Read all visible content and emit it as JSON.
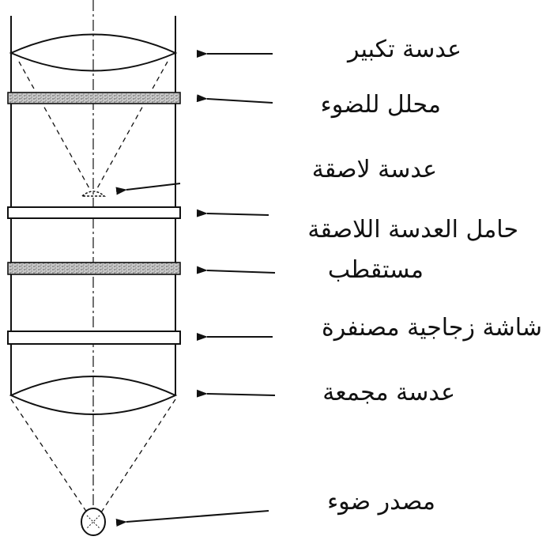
{
  "diagram": {
    "labels": {
      "magnifying_lens": "عدسة تكبير",
      "light_diffuser": "محلل للضوء",
      "contact_lens": "عدسة لاصقة",
      "contact_lens_holder": "حامل العدسة اللاصقة",
      "polarizer": "مستقطب",
      "frosted_glass_screen": "شاشة زجاجية مصنفرة",
      "condenser_lens": "عدسة مجمعة",
      "light_source": "مصدر ضوء"
    },
    "colors": {
      "ink": "#111111",
      "paper": "#ffffff",
      "grain": "#9a9a9a"
    }
  }
}
